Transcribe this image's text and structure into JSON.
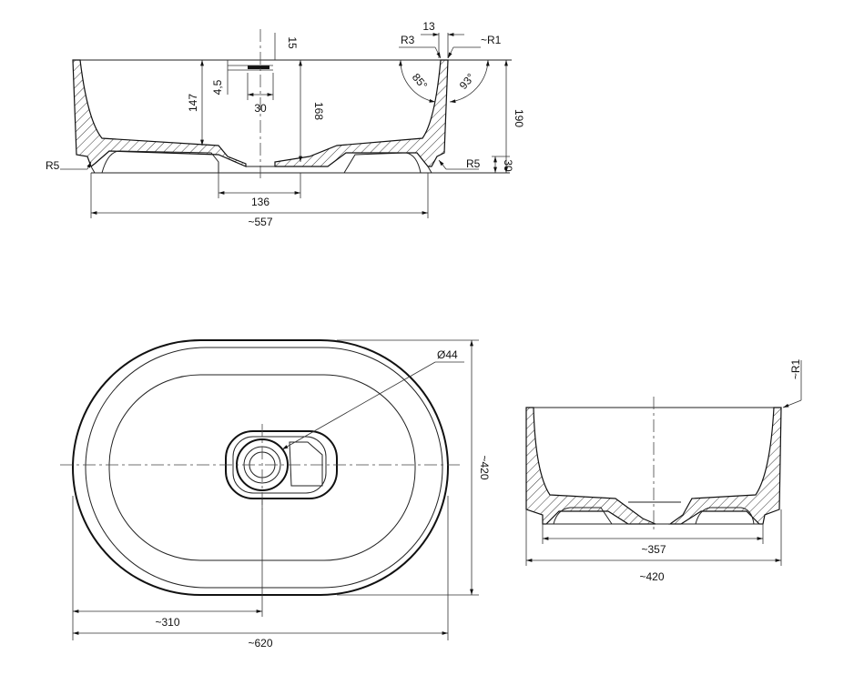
{
  "top_view": {
    "dim_15": "15",
    "dim_13": "13",
    "dim_R3": "R3",
    "dim_R1_top": "~R1",
    "dim_4_5": "4,5",
    "dim_30_small": "30",
    "dim_147": "147",
    "dim_168": "168",
    "dim_85": "85°",
    "dim_93": "93°",
    "dim_190": "190",
    "dim_30_right": "30",
    "dim_R5_left": "R5",
    "dim_R5_right": "R5",
    "dim_136": "136",
    "dim_557": "~557"
  },
  "plan_view": {
    "dim_44": "Ø44",
    "dim_420": "~420",
    "dim_310": "~310",
    "dim_620": "~620"
  },
  "side_view": {
    "dim_R1": "~R1",
    "dim_357": "~357",
    "dim_420": "~420"
  }
}
